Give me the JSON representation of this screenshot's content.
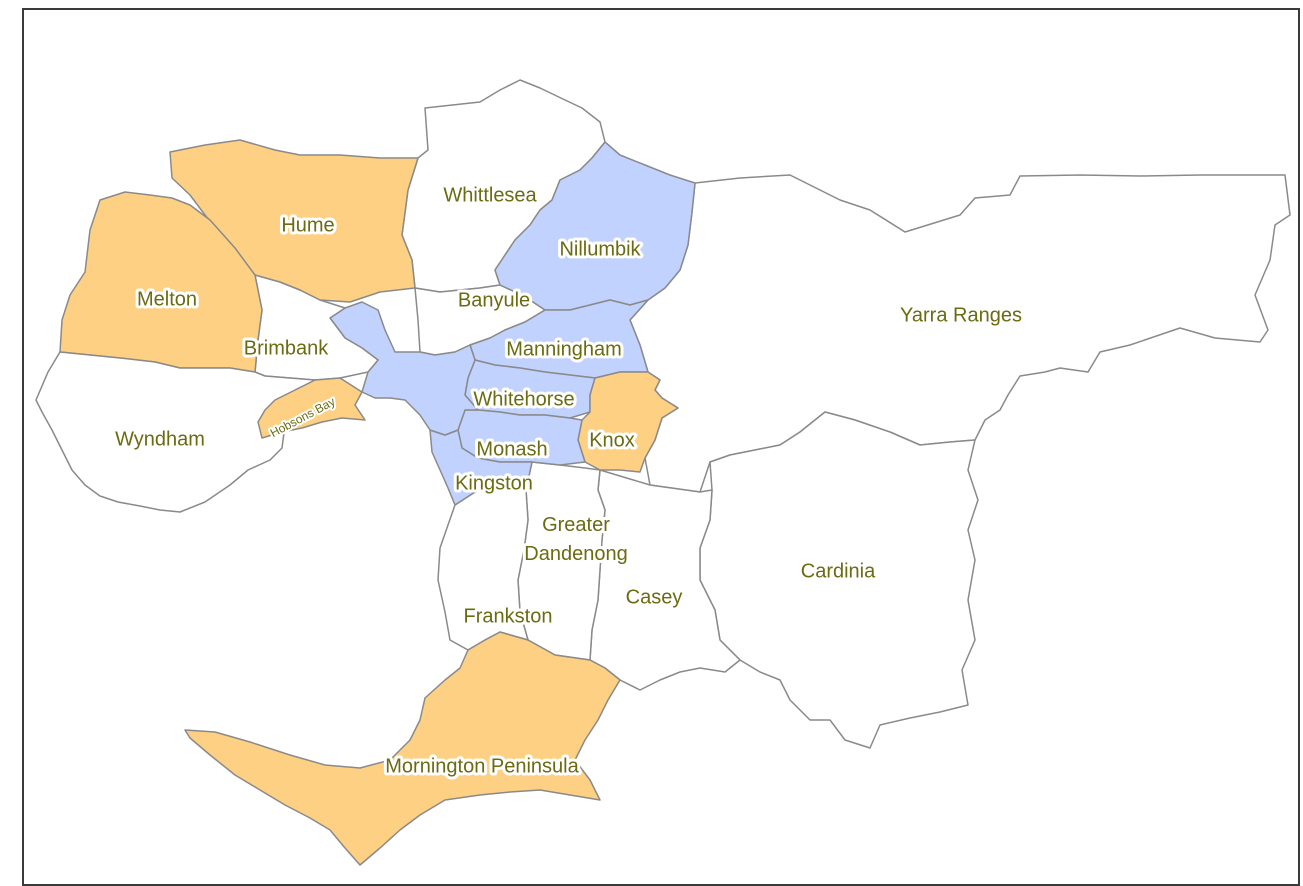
{
  "colors": {
    "highlight_orange": "#fdd083",
    "highlight_blue": "#c0d2fd",
    "default_fill": "#ffffff",
    "border": "#8a8a8a",
    "label_text": "#6b6b12"
  },
  "regions": [
    {
      "id": "hume",
      "label": "Hume",
      "category": "orange"
    },
    {
      "id": "melton",
      "label": "Melton",
      "category": "orange"
    },
    {
      "id": "whittlesea",
      "label": "Whittlesea",
      "category": "none"
    },
    {
      "id": "nillumbik",
      "label": "Nillumbik",
      "category": "blue"
    },
    {
      "id": "banyule",
      "label": "Banyule",
      "category": "none"
    },
    {
      "id": "brimbank",
      "label": "Brimbank",
      "category": "none"
    },
    {
      "id": "manningham",
      "label": "Manningham",
      "category": "blue"
    },
    {
      "id": "yarra-ranges",
      "label": "Yarra Ranges",
      "category": "none"
    },
    {
      "id": "wyndham",
      "label": "Wyndham",
      "category": "none"
    },
    {
      "id": "hobsons-bay",
      "label": "Hobsons Bay",
      "category": "orange"
    },
    {
      "id": "whitehorse",
      "label": "Whitehorse",
      "category": "blue"
    },
    {
      "id": "knox",
      "label": "Knox",
      "category": "orange"
    },
    {
      "id": "monash",
      "label": "Monash",
      "category": "blue"
    },
    {
      "id": "kingston",
      "label": "Kingston",
      "category": "blue"
    },
    {
      "id": "greater-dandenong",
      "label": "Greater\nDandenong",
      "category": "none"
    },
    {
      "id": "casey",
      "label": "Casey",
      "category": "none"
    },
    {
      "id": "cardinia",
      "label": "Cardinia",
      "category": "none"
    },
    {
      "id": "frankston",
      "label": "Frankston",
      "category": "none"
    },
    {
      "id": "mornington-peninsula",
      "label": "Mornington Peninsula",
      "category": "orange"
    }
  ]
}
